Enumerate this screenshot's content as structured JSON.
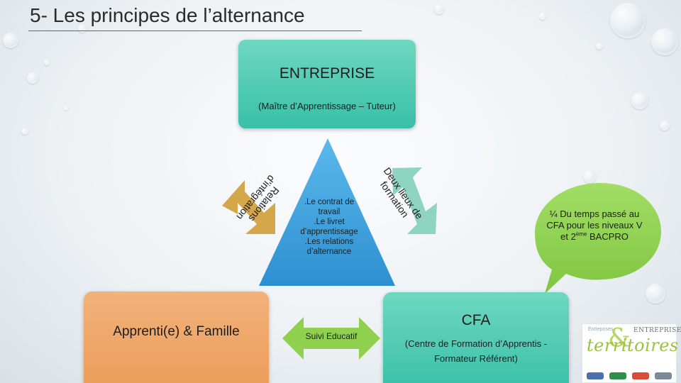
{
  "slide": {
    "title": "5- Les principes de l’alternance"
  },
  "entreprise": {
    "title": "ENTREPRISE",
    "subtitle": "(Maître d’Apprentissage – Tuteur)"
  },
  "apprenti": {
    "title": "Apprenti(e) & Famille"
  },
  "cfa": {
    "title": "CFA",
    "subtitle": "(Centre de Formation d’Apprentis - Formateur Référent)"
  },
  "triangle": {
    "lines": [
      ".Le contrat de travail",
      ".Le livret d’apprentissage",
      ".Les relations d’alternance"
    ]
  },
  "arrows": {
    "left_label": "Relations d’intégration",
    "right_label": "Deux lieux de formation",
    "bottom_label": "Suivi Educatif"
  },
  "bubble": {
    "text_before": "¼ Du temps passé au CFA pour les niveaux V et 2",
    "superscript": "ème",
    "text_after": " BACPRO"
  },
  "logo": {
    "small_text": "Entreprises",
    "caps_text": "ENTREPRISES",
    "script_text": "territoires"
  },
  "colors": {
    "teal": "#39bfa8",
    "orange": "#ec9c5a",
    "triangle_blue": "#3aa2dc",
    "bubble_green": "#8fd14f",
    "arrow_gold": "#d4a74b"
  }
}
